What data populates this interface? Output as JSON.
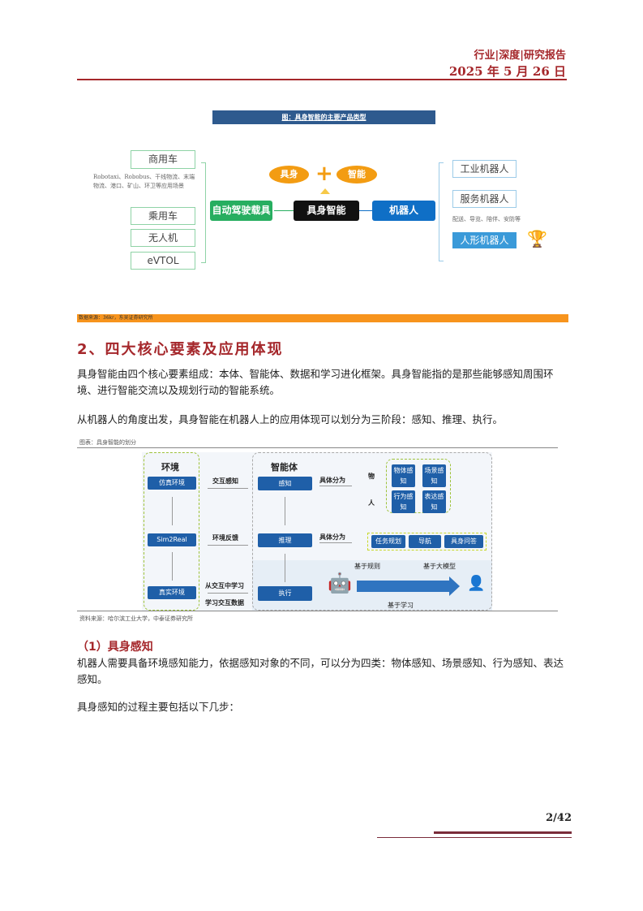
{
  "header": {
    "category": "行业|深度|研究报告",
    "date": "2025 年 5 月 26 日"
  },
  "figure1": {
    "title": "图：具身智能的主要产品类型",
    "left_items": [
      "商用车",
      "乘用车",
      "无人机",
      "eVTOL"
    ],
    "left_note": "Robotaxi、Robobus、干线物流、末端物流、港口、矿山、环卫等应用场景",
    "center": "具身智能",
    "left_node": "自动驾驶载具",
    "right_node": "机器人",
    "top_left": "具身",
    "plus": "+",
    "top_right": "智能",
    "right_items": [
      "工业机器人",
      "服务机器人",
      "人形机器人"
    ],
    "right_note": "配送、导览、陪伴、安防等",
    "source": "数据来源：36kr，东吴证券研究所"
  },
  "section": {
    "heading": "2、四大核心要素及应用体现",
    "para1": "具身智能由四个核心要素组成：本体、智能体、数据和学习进化框架。具身智能指的是那些能够感知周围环境、进行智能交流以及规划行动的智能系统。",
    "para2": "从机器人的角度出发，具身智能在机器人上的应用体现可以划分为三阶段：感知、推理、执行。"
  },
  "figure2": {
    "caption": "图表：具身智能的划分",
    "env_title": "环境",
    "env_items": [
      "仿真环境",
      "Sim2Real",
      "真实环境"
    ],
    "links": [
      "交互感知",
      "环境反馈",
      "从交互中学习",
      "学习交互数据"
    ],
    "agent_title": "智能体",
    "agent_items": [
      "感知",
      "推理",
      "执行"
    ],
    "split_label": "具体分为",
    "obj": "物",
    "person": "人",
    "perception": [
      "物体感知",
      "场景感知",
      "行为感知",
      "表达感知"
    ],
    "reasoning": [
      "任务规划",
      "导航",
      "具身问答"
    ],
    "rule": "基于规则",
    "llm": "基于大模型",
    "learning": "基于学习",
    "source": "资料来源：哈尔滨工业大学，中泰证券研究所"
  },
  "subsection": {
    "heading": "（1）具身感知",
    "para1": "机器人需要具备环境感知能力，依据感知对象的不同，可以分为四类：物体感知、场景感知、行为感知、表达感知。",
    "para2": "具身感知的过程主要包括以下几步："
  },
  "footer": {
    "page": "2/42"
  },
  "colors": {
    "brand_red": "#a5272b",
    "orange": "#f7941d",
    "green": "#27ae60",
    "blue": "#0f6fc6"
  }
}
